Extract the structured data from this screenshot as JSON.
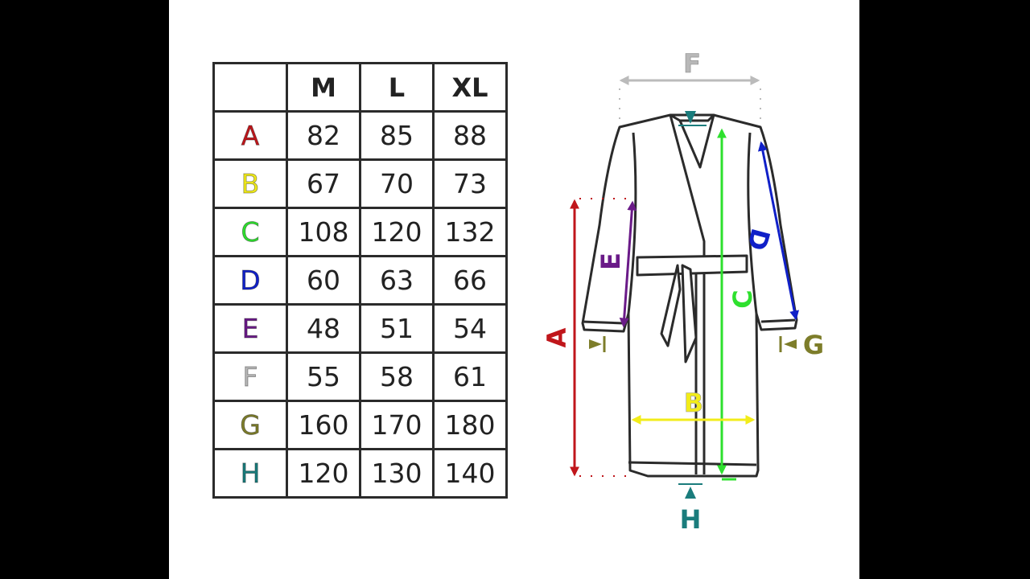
{
  "size_chart": {
    "headers": [
      "",
      "M",
      "L",
      "XL"
    ],
    "rows": [
      {
        "label": "A",
        "color": "#c0161b",
        "values": [
          "82",
          "85",
          "88"
        ]
      },
      {
        "label": "B",
        "color": "#f2ec1a",
        "values": [
          "67",
          "70",
          "73"
        ]
      },
      {
        "label": "C",
        "color": "#2ee02e",
        "values": [
          "108",
          "120",
          "132"
        ]
      },
      {
        "label": "D",
        "color": "#1020c8",
        "values": [
          "60",
          "63",
          "66"
        ]
      },
      {
        "label": "E",
        "color": "#6a1a88",
        "values": [
          "48",
          "51",
          "54"
        ]
      },
      {
        "label": "F",
        "color": "#b8b8b8",
        "values": [
          "55",
          "58",
          "61"
        ]
      },
      {
        "label": "G",
        "color": "#7d7d2a",
        "values": [
          "160",
          "170",
          "180"
        ]
      },
      {
        "label": "H",
        "color": "#1a7c7c",
        "values": [
          "120",
          "130",
          "140"
        ]
      }
    ]
  },
  "diagram": {
    "labels": {
      "A": "A",
      "B": "B",
      "C": "C",
      "D": "D",
      "E": "E",
      "F": "F",
      "G": "G",
      "H": "H"
    }
  }
}
